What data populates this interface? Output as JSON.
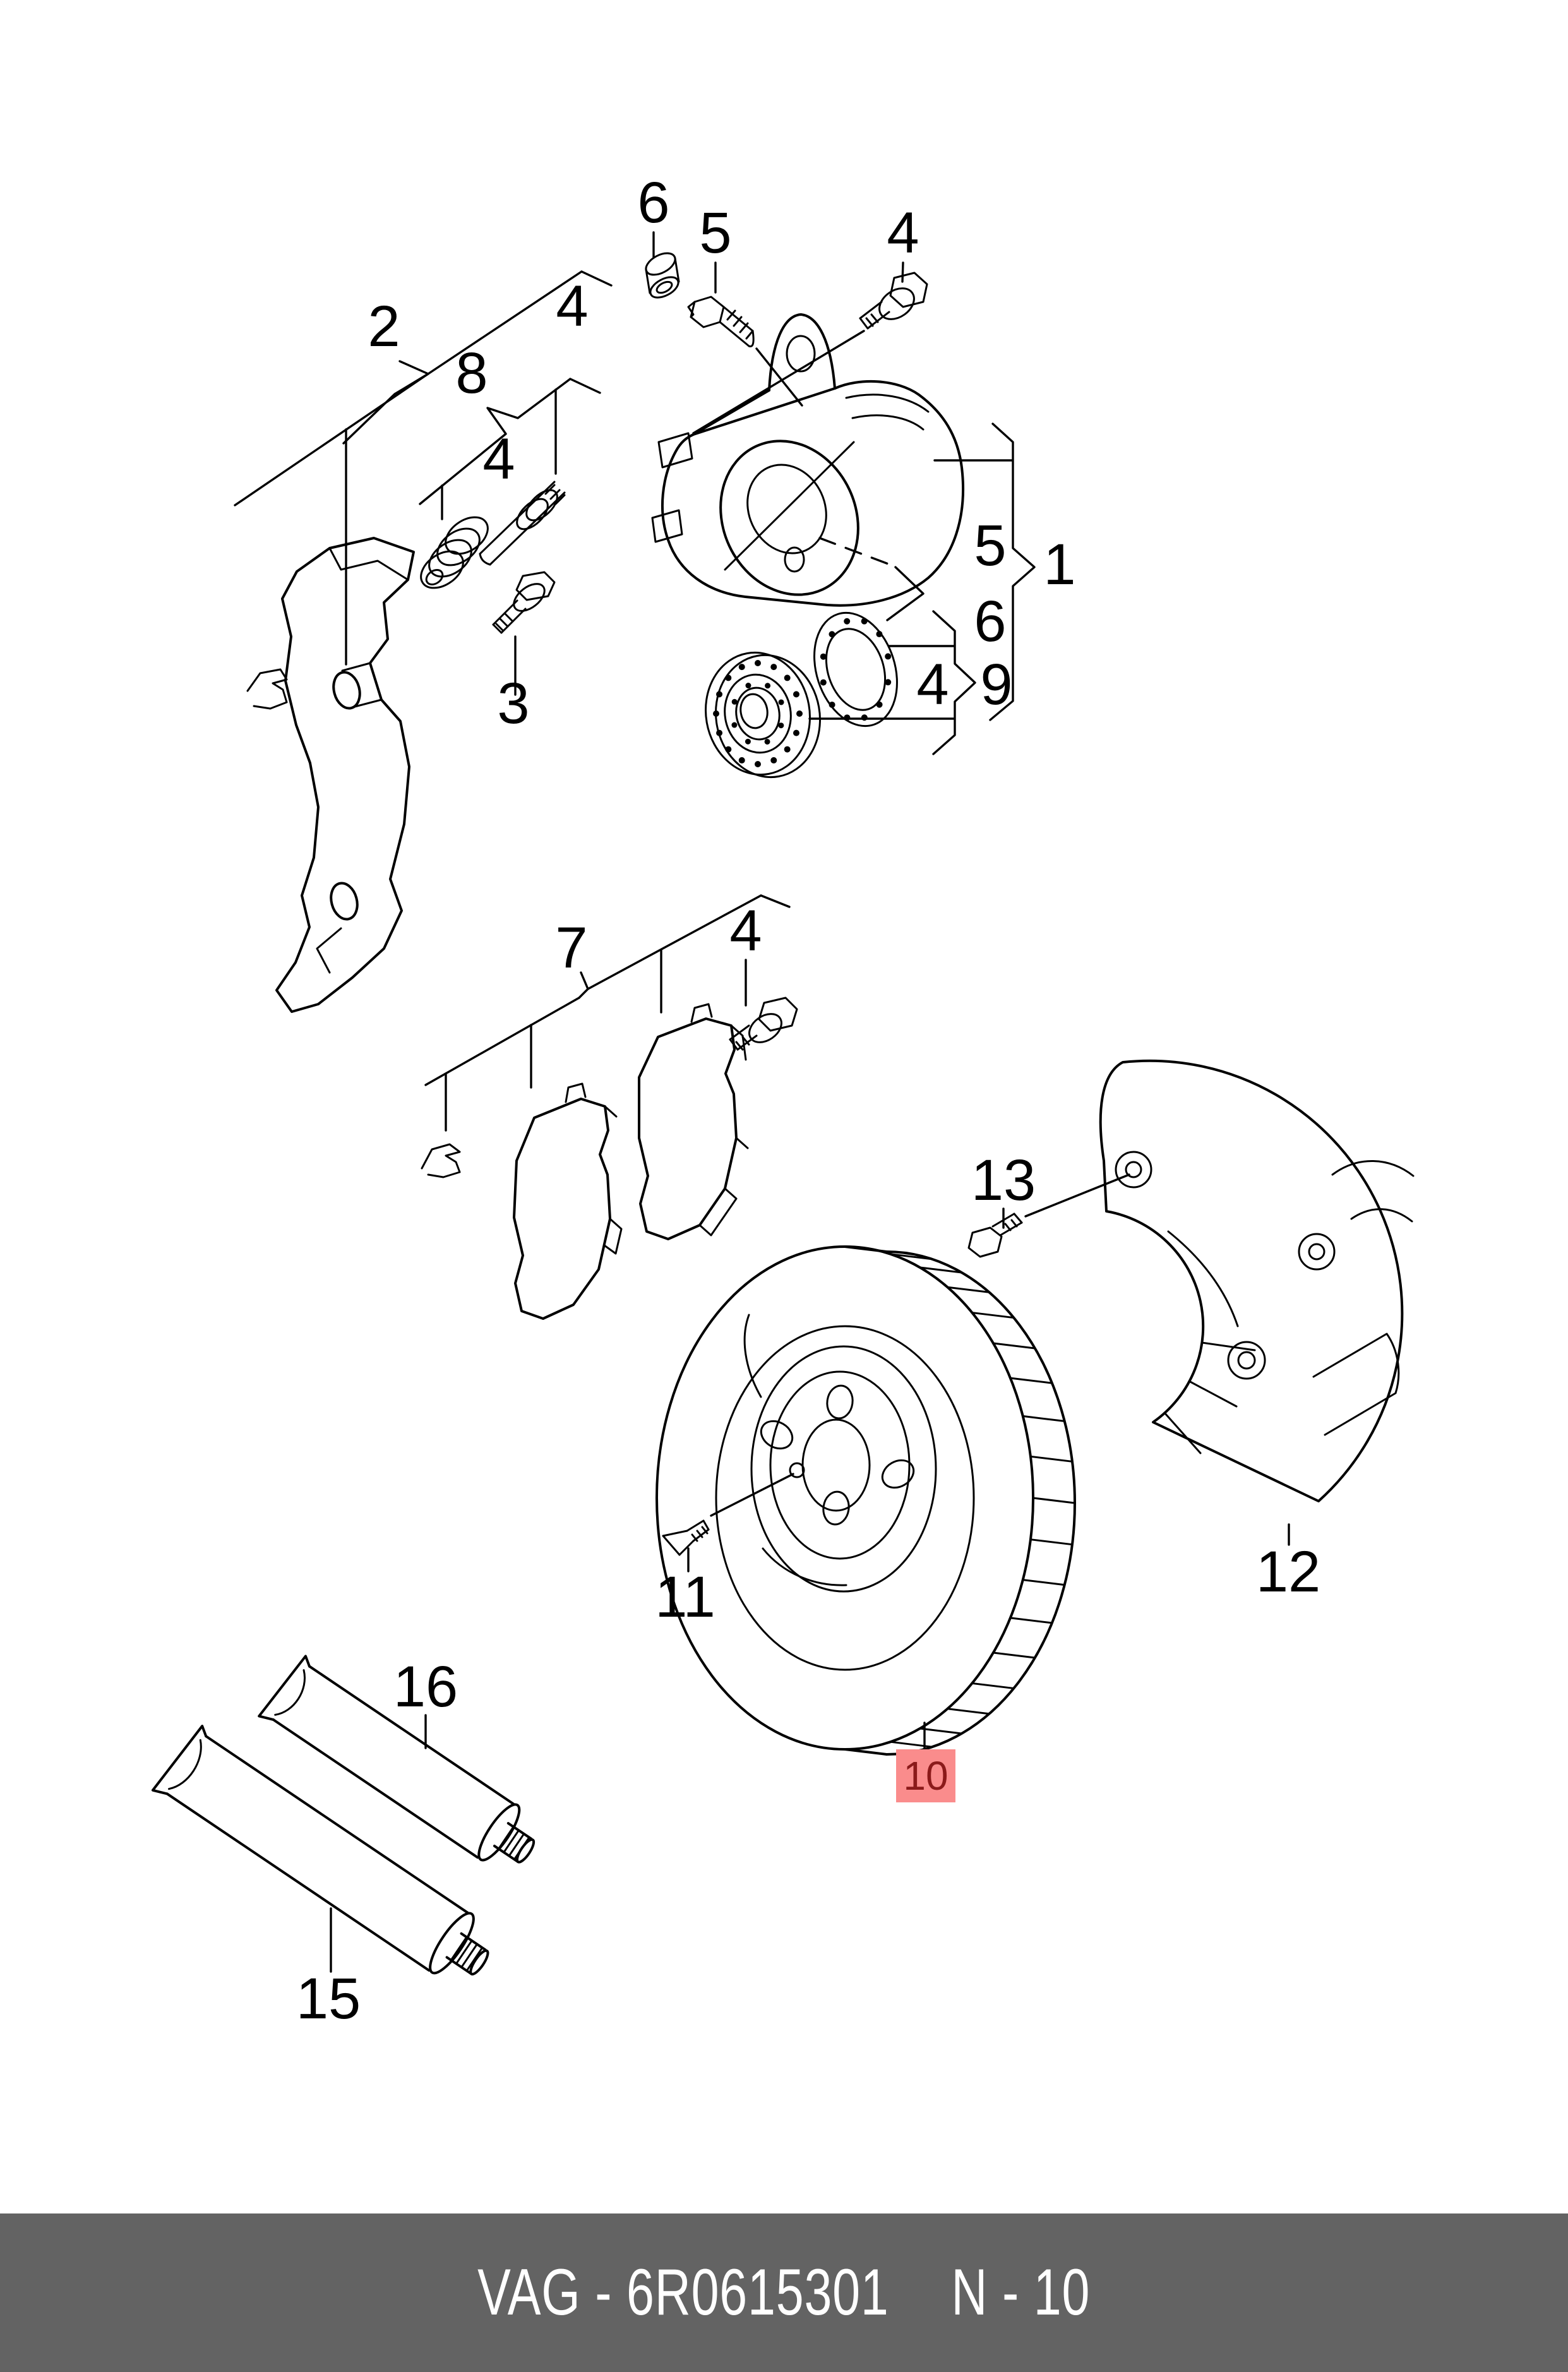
{
  "document": {
    "type": "parts-catalog-exploded-diagram",
    "subject": "front brake: caliper, carrier, pads, vented disc, splash shield, grease tubes"
  },
  "colors": {
    "line": "#000000",
    "background": "#ffffff",
    "footer_bg": "#636363",
    "footer_text": "#ffffff",
    "highlight_bg": "#fa8c8c",
    "highlight_text": "#8b1a1a"
  },
  "footer": {
    "left": "VAG - 6R0615301",
    "right": "N - 10"
  },
  "selected_part": {
    "label": "10"
  },
  "callouts": [
    {
      "id": "cap-top",
      "label": "6"
    },
    {
      "id": "bleeder-top",
      "label": "5"
    },
    {
      "id": "bolt-top-right",
      "label": "4"
    },
    {
      "id": "carrier-group",
      "label": "2"
    },
    {
      "id": "bolt-upper-mid",
      "label": "4"
    },
    {
      "id": "pin-kit",
      "label": "8"
    },
    {
      "id": "bolt-mid",
      "label": "4"
    },
    {
      "id": "carrier-bolt",
      "label": "3"
    },
    {
      "id": "bleeder-list",
      "label": "5"
    },
    {
      "id": "caliper-assy",
      "label": "1"
    },
    {
      "id": "cap-list",
      "label": "6"
    },
    {
      "id": "seal-ring",
      "label": "9"
    },
    {
      "id": "hub-bolt",
      "label": "4"
    },
    {
      "id": "pad-set",
      "label": "7"
    },
    {
      "id": "pad-bolt",
      "label": "4"
    },
    {
      "id": "shield-bolt",
      "label": "13"
    },
    {
      "id": "splash-shield",
      "label": "12"
    },
    {
      "id": "disc-screw",
      "label": "11"
    },
    {
      "id": "grease-tube-b",
      "label": "16"
    },
    {
      "id": "grease-tube-a",
      "label": "15"
    }
  ]
}
